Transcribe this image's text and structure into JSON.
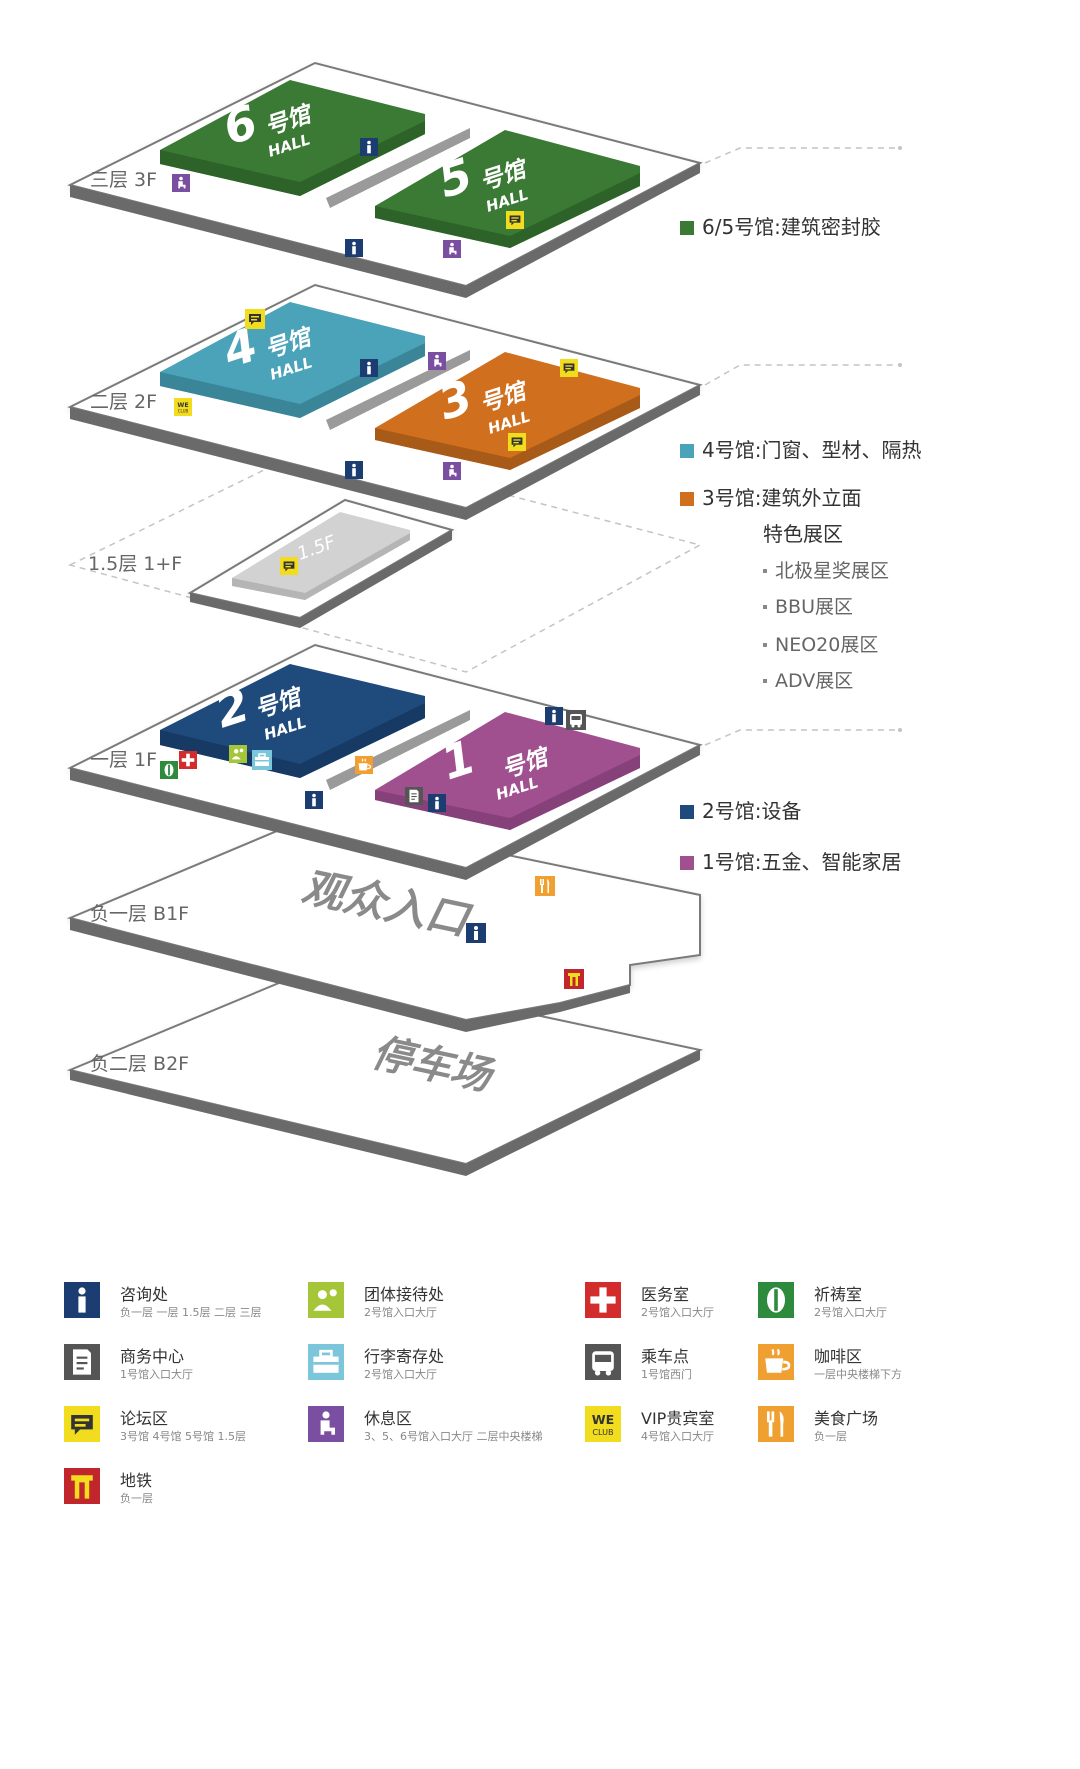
{
  "floors": {
    "f3": "三层 3F",
    "f2": "二层 2F",
    "f15": "1.5层 1+F",
    "f1": "一层 1F",
    "b1": "负一层 B1F",
    "b2": "负二层 B2F"
  },
  "halls": {
    "h6": {
      "num": "6",
      "cn": "号馆",
      "en": "HALL"
    },
    "h5": {
      "num": "5",
      "cn": "号馆",
      "en": "HALL"
    },
    "h4": {
      "num": "4",
      "cn": "号馆",
      "en": "HALL"
    },
    "h3": {
      "num": "3",
      "cn": "号馆",
      "en": "HALL"
    },
    "h15": {
      "label": "1.5F"
    },
    "h2": {
      "num": "2",
      "cn": "号馆",
      "en": "HALL"
    },
    "h1": {
      "num": "1",
      "cn": "号馆",
      "en": "HALL"
    }
  },
  "floor_text": {
    "b1": "观众入口",
    "b2": "停车场"
  },
  "colors": {
    "green": "#3a7a34",
    "teal": "#4aa3b8",
    "orange": "#d0701f",
    "navy": "#1e4a7c",
    "magenta": "#a0508e",
    "gray": "#d2d2d2"
  },
  "side_legend": {
    "l65": "6/5号馆:建筑密封胶",
    "l4": "4号馆:门窗、型材、隔热",
    "l3": "3号馆:建筑外立面",
    "feature_title": "特色展区",
    "feature_items": [
      "北极星奖展区",
      "BBU展区",
      "NEO20展区",
      "ADV展区"
    ],
    "l2": "2号馆:设备",
    "l1": "1号馆:五金、智能家居"
  },
  "legend": [
    {
      "name": "咨询处",
      "desc": "负一层  一层 1.5层  二层  三层",
      "icon": "info-icon",
      "color": "#1b3d72"
    },
    {
      "name": "团体接待处",
      "desc": "2号馆入口大厅",
      "icon": "group-reception-icon",
      "color": "#a6c63a"
    },
    {
      "name": "医务室",
      "desc": "2号馆入口大厅",
      "icon": "medical-cross-icon",
      "color": "#d32c2c"
    },
    {
      "name": "祈祷室",
      "desc": "2号馆入口大厅",
      "icon": "prayer-room-icon",
      "color": "#2e8b3e"
    },
    {
      "name": "商务中心",
      "desc": "1号馆入口大厅",
      "icon": "business-center-icon",
      "color": "#555555"
    },
    {
      "name": "行李寄存处",
      "desc": "2号馆入口大厅",
      "icon": "luggage-icon",
      "color": "#7cc6dc"
    },
    {
      "name": "乘车点",
      "desc": "1号馆西门",
      "icon": "bus-icon",
      "color": "#555555"
    },
    {
      "name": "咖啡区",
      "desc": "一层中央楼梯下方",
      "icon": "coffee-icon",
      "color": "#f0a030"
    },
    {
      "name": "论坛区",
      "desc": "3号馆  4号馆  5号馆  1.5层",
      "icon": "forum-icon",
      "color": "#f2dc1e"
    },
    {
      "name": "休息区",
      "desc": "3、5、6号馆入口大厅  二层中央楼梯",
      "icon": "rest-area-icon",
      "color": "#7a4ea0"
    },
    {
      "name": "VIP贵宾室",
      "desc": "4号馆入口大厅",
      "icon": "vip-club-icon",
      "color": "#f2dc1e"
    },
    {
      "name": "美食广场",
      "desc": "负一层",
      "icon": "food-court-icon",
      "color": "#f0a030"
    },
    {
      "name": "地铁",
      "desc": "负一层",
      "icon": "metro-icon",
      "color": "#c0262c"
    }
  ],
  "vip_icon_text": {
    "top": "WE",
    "bottom": "CLUB"
  }
}
